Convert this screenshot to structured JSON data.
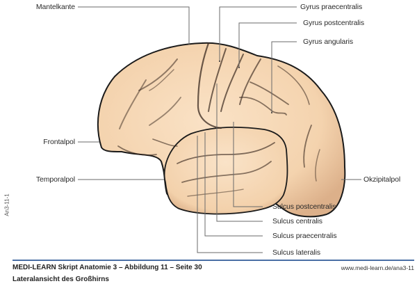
{
  "figure": {
    "labels": {
      "mantelkante": "Mantelkante",
      "frontalpol": "Frontalpol",
      "temporalpol": "Temporalpol",
      "gyrus_praecentralis": "Gyrus praecentralis",
      "gyrus_postcentralis": "Gyrus postcentralis",
      "gyrus_angularis": "Gyrus angularis",
      "okzipitalpol": "Okzipitalpol",
      "sulcus_postcentralis": "Sulcus postcentralis",
      "sulcus_centralis": "Sulcus centralis",
      "sulcus_praecentralis": "Sulcus praecentralis",
      "sulcus_lateralis": "Sulcus lateralis"
    },
    "side_code": "An3-11-1",
    "colors": {
      "brain_fill": "#f6d7b4",
      "brain_shadow": "#c99a72",
      "outline": "#1a1a1a",
      "leader_line": "#6a6a6a",
      "rule": "#4a6fa5"
    }
  },
  "footer": {
    "title": "MEDI-LEARN Skript Anatomie 3 – Abbildung 11 – Seite 30",
    "subtitle": "Lateralansicht des Großhirns",
    "url": "www.medi-learn.de/ana3-11"
  }
}
